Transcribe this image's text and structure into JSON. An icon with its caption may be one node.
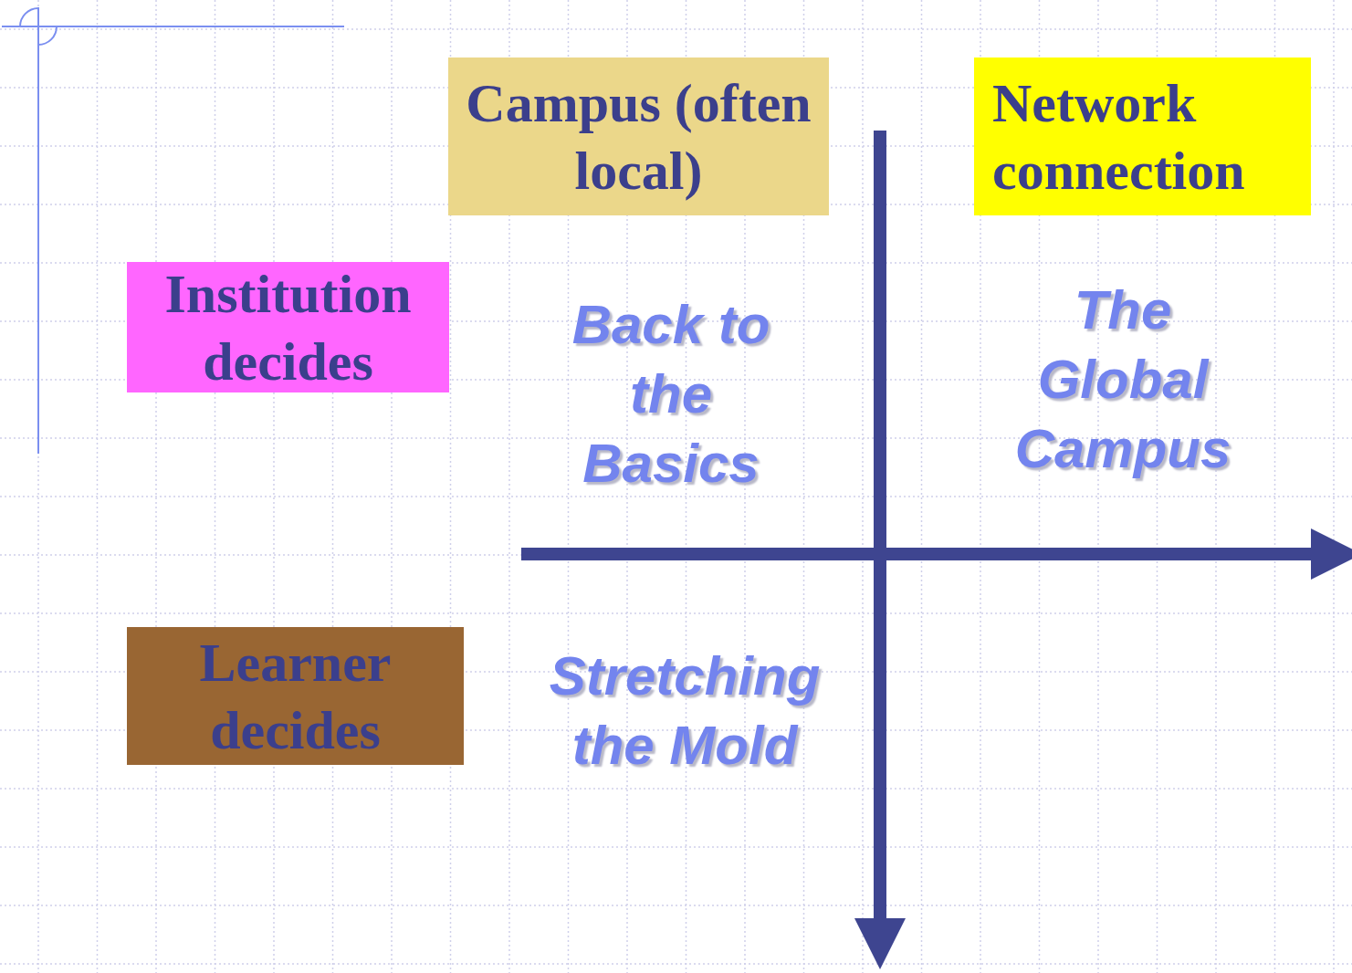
{
  "diagram": {
    "nodes": [
      {
        "text": [
          "Campus (often local)"
        ]
      },
      {
        "text": [
          "Network connection"
        ]
      },
      {
        "text": [
          "Institution decides"
        ]
      },
      {
        "text": [
          "Learner decides"
        ]
      }
    ],
    "labels": [
      "Back to the Basics",
      "The Global Campus",
      "Stretching the Mold"
    ]
  }
}
